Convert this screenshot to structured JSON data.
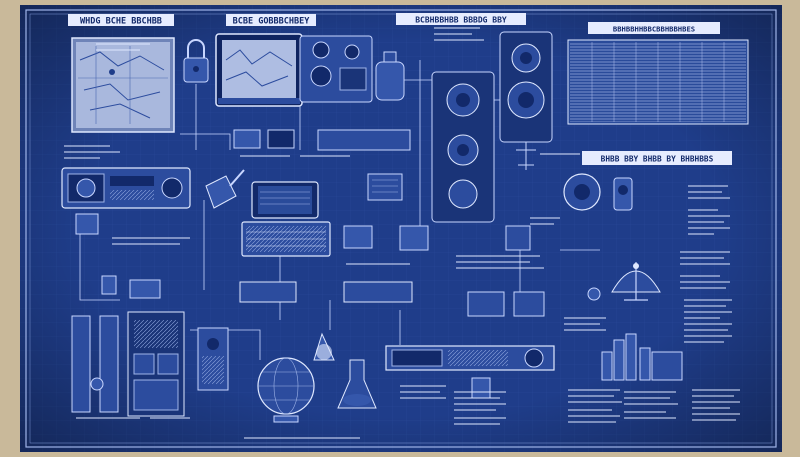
{
  "palette": {
    "paper": "#c9b99a",
    "board": "#1f3d8a",
    "board_dark": "#12296a",
    "line": "#9fb4e8",
    "bright": "#dfe8ff",
    "device": "#2c4c9e"
  },
  "labels": {
    "header_1": "WHDG BCHE BBCHBB",
    "header_2": "BCBE GOBBBCHBEY",
    "header_3": "BCBHBBHBB BBBDG BBY",
    "header_4": "BBHBBHHBBCBBHBBHBES",
    "section_right": "BHBB BBY BHBB BY BHBHBBS"
  },
  "icons": [
    "map-icon",
    "padlock-icon",
    "speaker-icon",
    "gauge-icon",
    "radio-icon",
    "lamp-icon",
    "keyboard-icon",
    "bulb-icon",
    "globe-icon",
    "flask-icon",
    "satellite-dish-icon",
    "bar-graph-icon"
  ]
}
